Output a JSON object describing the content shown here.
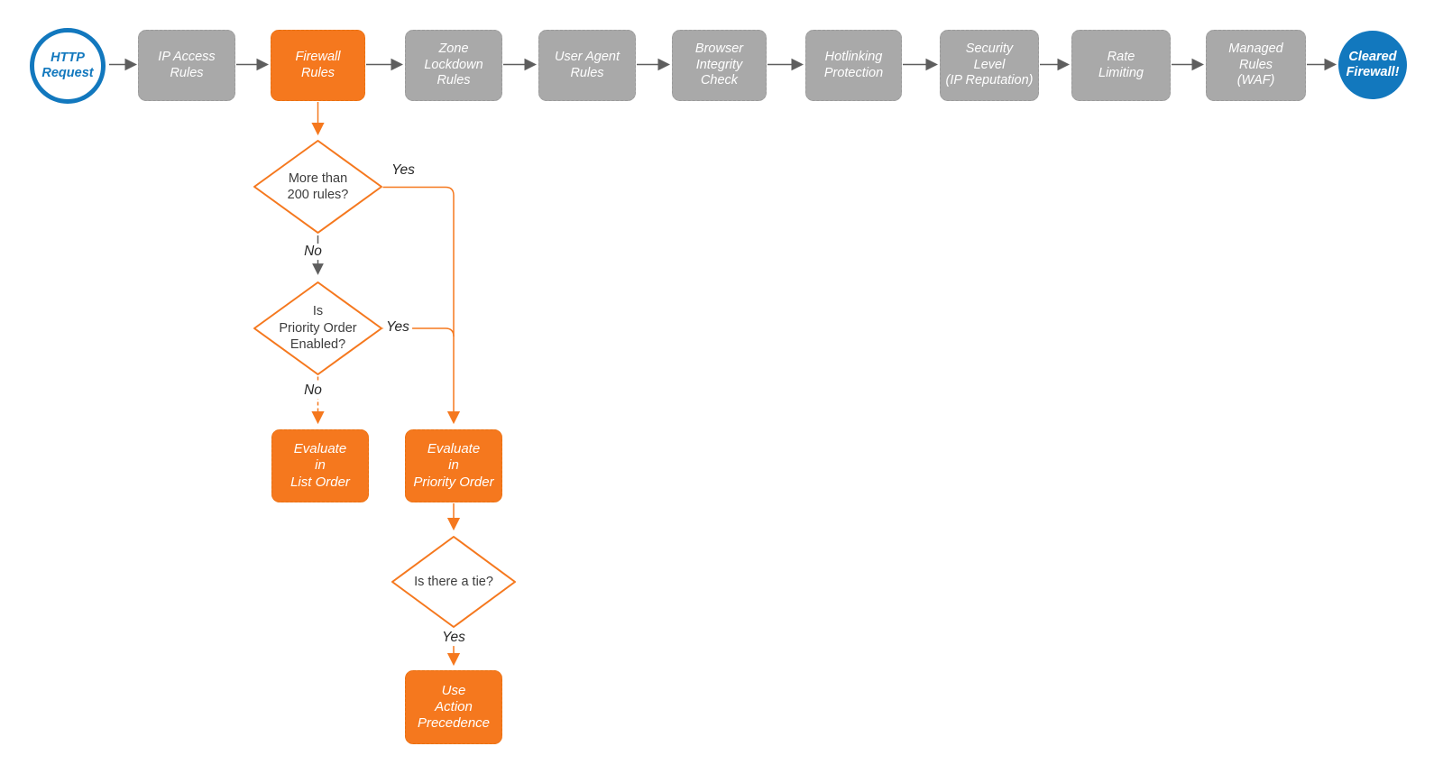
{
  "colors": {
    "accent_orange": "#F5781E",
    "stage_gray": "#A9A9A9",
    "brand_blue": "#1278BE",
    "arrow_gray": "#5E5E5E",
    "text_dark": "#3D3D3D",
    "node_text": "#FFFFFF"
  },
  "pipeline": {
    "start": {
      "label": "HTTP\nRequest"
    },
    "stages": [
      {
        "label": "IP Access\nRules"
      },
      {
        "label": "Firewall\nRules"
      },
      {
        "label": "Zone\nLockdown\nRules"
      },
      {
        "label": "User Agent\nRules"
      },
      {
        "label": "Browser\nIntegrity\nCheck"
      },
      {
        "label": "Hotlinking\nProtection"
      },
      {
        "label": "Security\nLevel\n(IP Reputation)"
      },
      {
        "label": "Rate\nLimiting"
      },
      {
        "label": "Managed\nRules\n(WAF)"
      }
    ],
    "end": {
      "label": "Cleared\nFirewall!"
    }
  },
  "decisions": {
    "more_than_200": {
      "label": "More than\n200 rules?",
      "yes": "Yes",
      "no": "No"
    },
    "priority_enabled": {
      "label": "Is\nPriority Order\nEnabled?",
      "yes": "Yes",
      "no": "No"
    },
    "tie": {
      "label": "Is there a tie?",
      "yes": "Yes"
    }
  },
  "actions": {
    "list_order": {
      "label": "Evaluate\nin\nList Order"
    },
    "priority_order": {
      "label": "Evaluate\nin\nPriority Order"
    },
    "action_precedence": {
      "label": "Use\nAction\nPrecedence"
    }
  }
}
